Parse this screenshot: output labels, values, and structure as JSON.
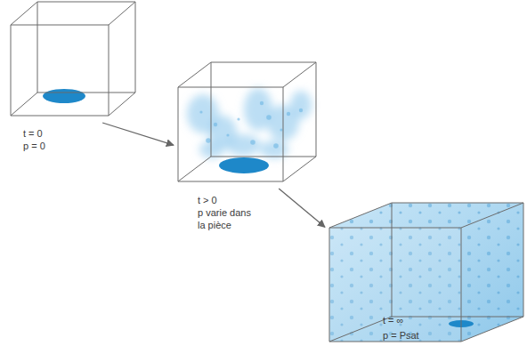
{
  "diagram": {
    "nodes": [
      {
        "text": [
          "t = 0",
          "p = 0"
        ]
      },
      {
        "text": [
          "t > 0",
          "p varie dans la pièce"
        ]
      },
      {
        "text": [
          "t = ∞",
          "p = Psat"
        ]
      }
    ],
    "edges": [
      {
        "from": 0,
        "to": 1,
        "arrow": "to"
      },
      {
        "from": 1,
        "to": 2,
        "arrow": "to"
      }
    ]
  }
}
